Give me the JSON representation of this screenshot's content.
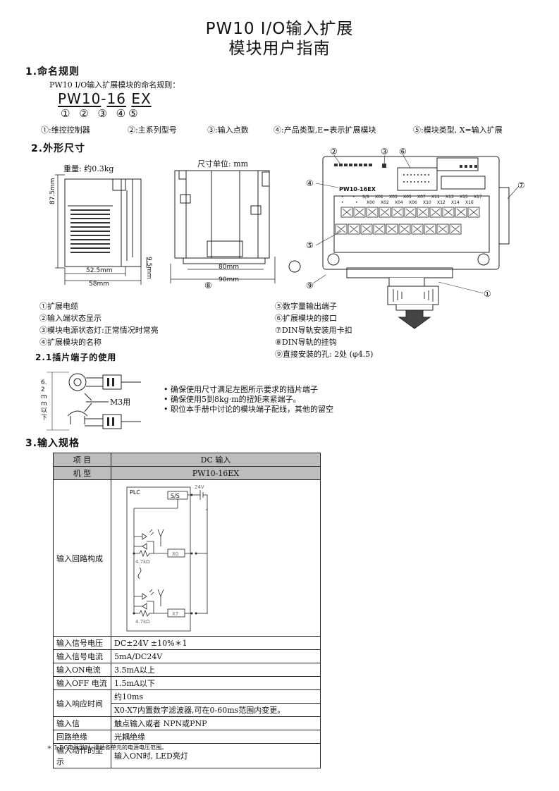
{
  "title": {
    "line1": "PW10 I/O输入扩展",
    "line2": "模块用户指南"
  },
  "naming": {
    "heading": "1.命名规则",
    "intro": "PW10 I/O输入扩展模块的命名规则：",
    "model_parts": [
      "PW",
      "10",
      "-",
      "16",
      " ",
      "E",
      "X"
    ],
    "markers": "① ② ③ ④⑤",
    "legend": [
      "①:维控控制器",
      "②:主系列型号",
      "③:输入点数",
      "④:产品类型,E=表示扩展模块",
      "⑤:模块类型, X=输入扩展"
    ]
  },
  "dimensions": {
    "heading": "2.外形尺寸",
    "weight": "重量: 约0.3kg",
    "unit": "尺寸单位: mm",
    "h_87": "87.5mm",
    "w_52": "52.5mm",
    "w_58": "58mm",
    "d_95": "9.5mm",
    "w_80": "80mm",
    "w_90": "90mm",
    "module_label": "PW10-16EX",
    "top_row_labels": [
      "•",
      "•",
      "S/S",
      "X01",
      "X03",
      "X05",
      "X07",
      "X11",
      "X13",
      "X15",
      "X17"
    ],
    "bottom_row_labels": [
      "•",
      "•",
      "X00",
      "X02",
      "X04",
      "X06",
      "X10",
      "X12",
      "X14",
      "X16"
    ],
    "callouts": [
      "①",
      "②",
      "③",
      "④",
      "⑤",
      "⑥",
      "⑦",
      "⑧",
      "⑨"
    ],
    "parts_left": [
      "①扩展电缆",
      "②输入端状态显示",
      "③模块电源状态灯:正常情况时常亮",
      "④扩展模块的名称"
    ],
    "parts_right": [
      "⑤数字量输出端子",
      "⑥扩展模块的接口",
      "⑦DIN导轨安装用卡扣",
      "⑧DIN导轨的挂钩",
      "⑨直接安装的孔: 2处 (φ4.5)"
    ]
  },
  "terminal": {
    "heading": "2.1插片端子的使用",
    "dim_label": "6.2mm以下",
    "m3": "M3用",
    "bullets": [
      "确保使用尺寸满足左图所示要求的插片端子",
      "确保使用5到8kg·m的扭矩来紧端子。",
      "职位本手册中讨论的模块端子配线，其他的留空"
    ]
  },
  "spec": {
    "heading": "3.输入规格",
    "header": [
      "项 目",
      "DC 输入"
    ],
    "model_row": [
      "机 型",
      "PW10-16EX"
    ],
    "circuit_label": "输入回路构成",
    "circuit": {
      "plc": "PLC",
      "ss": "S/S",
      "v24": "24V",
      "x0": "X0",
      "x7": "X7",
      "r1": "4.7kΩ",
      "r2": "4.7kΩ"
    },
    "rows": [
      [
        "输入信号电压",
        "DC±24V ±10%＊1"
      ],
      [
        "输入信号电流",
        "5mA/DC24V"
      ],
      [
        "输入ON电流",
        "3.5mA以上"
      ],
      [
        "输入OFF 电流",
        "1.5mA以下"
      ]
    ],
    "response_label": "输入响应时间",
    "response_values": [
      "约10ms",
      "X0-X7内置数字滤波器,可在0-60ms范围内变更。"
    ],
    "rows2": [
      [
        "输入信",
        "触点输入或者 NPN或PNP"
      ],
      [
        "回路绝缘",
        "光耦绝缘"
      ],
      [
        "输入动作的显示",
        "输入ON时, LED亮灯"
      ]
    ],
    "footnote": "＊ 1 DC电源型时, 遵循各单元的电源电压范围。"
  }
}
